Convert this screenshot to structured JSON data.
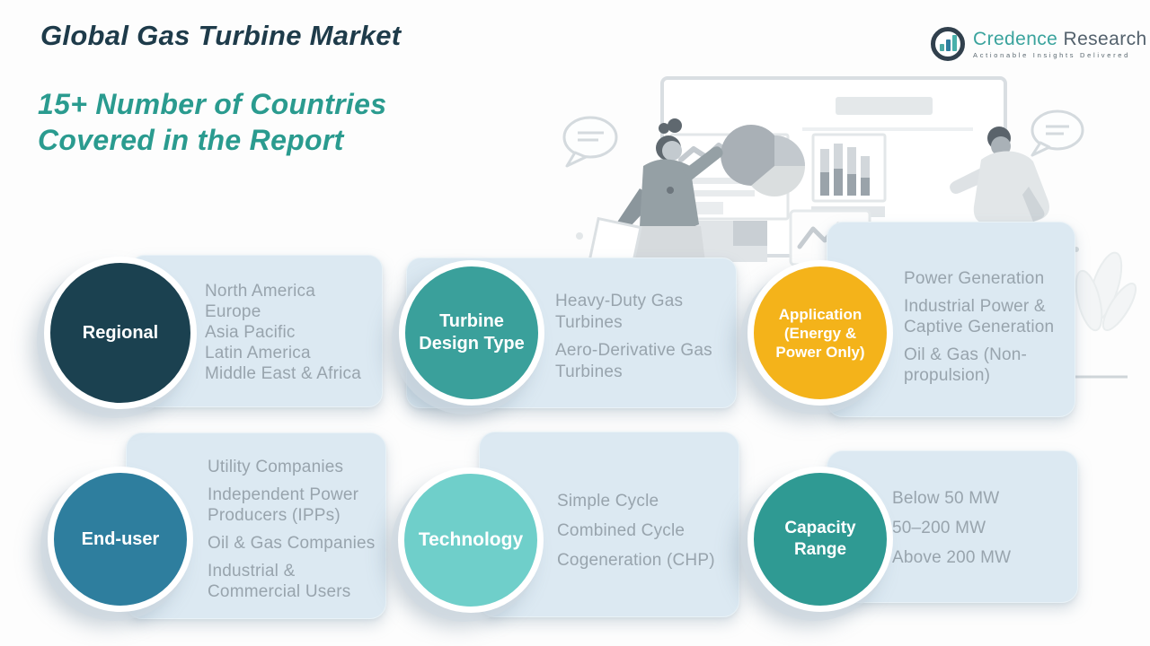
{
  "header": {
    "title": "Global Gas Turbine Market",
    "subtitle_line1": "15+ Number of Countries",
    "subtitle_line2": "Covered in the Report"
  },
  "logo": {
    "brand_primary": "Credence",
    "brand_secondary": "Research",
    "tagline": "Actionable Insights Delivered"
  },
  "colors": {
    "title_text": "#1e3b4a",
    "subtitle_text": "#2a9b8f",
    "panel_background": "#dce9f2",
    "item_text": "#98a4ad",
    "accent_yellow": "#f4b31a",
    "accent_teal": "#3aa09b"
  },
  "segments": [
    {
      "label": "Regional",
      "label_lines": [
        "Regional"
      ],
      "color": "#1b4150",
      "items": [
        "North America",
        "Europe",
        "Asia Pacific",
        "Latin America",
        "Middle East & Africa"
      ]
    },
    {
      "label": "Turbine Design Type",
      "label_lines": [
        "Turbine",
        "Design Type"
      ],
      "color": "#3aa09b",
      "items": [
        "Heavy-Duty Gas Turbines",
        "Aero-Derivative Gas Turbines"
      ]
    },
    {
      "label": "Application (Energy & Power Only)",
      "label_lines": [
        "Application",
        "(Energy &",
        "Power Only)"
      ],
      "color": "#f4b31a",
      "items": [
        "Power Generation",
        "Industrial Power & Captive Generation",
        "Oil & Gas (Non-propulsion)"
      ]
    },
    {
      "label": "End-user",
      "label_lines": [
        "End-user"
      ],
      "color": "#2e7e9e",
      "items": [
        "Utility Companies",
        "Independent Power Producers (IPPs)",
        "Oil & Gas Companies",
        "Industrial & Commercial Users"
      ]
    },
    {
      "label": "Technology",
      "label_lines": [
        "Technology"
      ],
      "color": "#6fcfca",
      "items": [
        "Simple Cycle",
        "Combined Cycle",
        "Cogeneration (CHP)"
      ]
    },
    {
      "label": "Capacity Range",
      "label_lines": [
        "Capacity",
        "Range"
      ],
      "color": "#2f9a93",
      "items": [
        "Below 50 MW",
        "50–200 MW",
        "Above 200 MW"
      ]
    }
  ]
}
